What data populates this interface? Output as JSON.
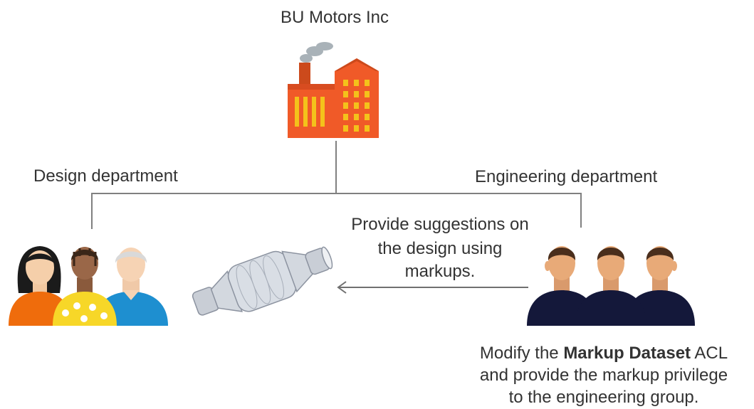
{
  "company": {
    "name": "BU Motors Inc",
    "icon": "factory-icon",
    "colors": {
      "building": "#f05a28",
      "roof": "#cc4a1c",
      "windows": "#f4c21b",
      "smoke": "#a9b2b8"
    }
  },
  "departments": {
    "design": {
      "label": "Design department",
      "icon": "design-team-icon"
    },
    "engineering": {
      "label": "Engineering department",
      "icon": "engineering-team-icon"
    }
  },
  "part": {
    "icon": "exhaust-part-model-icon"
  },
  "arrow": {
    "lines": [
      "Provide suggestions on",
      "the design using",
      "markups."
    ]
  },
  "note": {
    "line1_pre": "Modify the ",
    "line1_bold": "Markup Dataset",
    "line1_post": " ACL",
    "line2": "and provide the markup privilege",
    "line3": "to the engineering group."
  },
  "colors": {
    "connector": "#808080",
    "arrow": "#707070",
    "text": "#333333"
  }
}
